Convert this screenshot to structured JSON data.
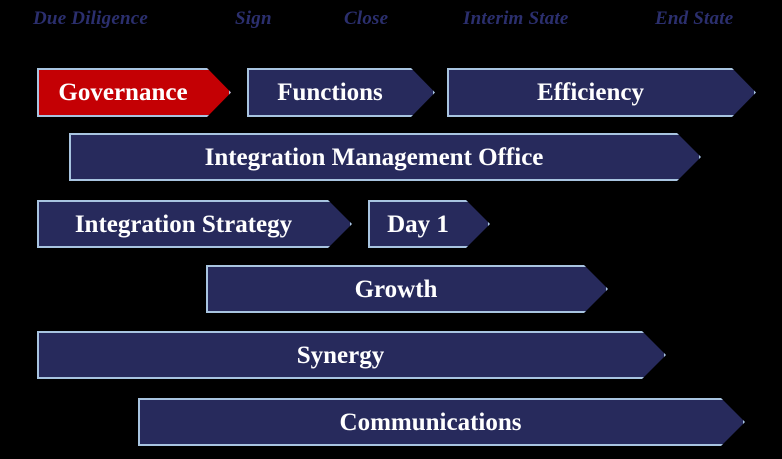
{
  "diagram": {
    "title": "Integration Timeline Chevron Diagram",
    "background_color": "#000000",
    "accent_color": "#c40004",
    "navy_color": "#272a5c",
    "border_color": "#a8c4e0",
    "label_color": "#2b2f6e",
    "text_color": "#ffffff"
  },
  "phases": [
    {
      "label": "Due Diligence"
    },
    {
      "label": "Sign"
    },
    {
      "label": "Close"
    },
    {
      "label": "Interim State"
    },
    {
      "label": "End State"
    }
  ],
  "workstreams": [
    {
      "label": "Governance",
      "color": "accent"
    },
    {
      "label": "Functions",
      "color": "navy"
    },
    {
      "label": "Efficiency",
      "color": "navy"
    },
    {
      "label": "Integration Management Office",
      "color": "navy"
    },
    {
      "label": "Integration Strategy",
      "color": "navy"
    },
    {
      "label": "Day 1",
      "color": "navy"
    },
    {
      "label": "Growth",
      "color": "navy"
    },
    {
      "label": "Synergy",
      "color": "navy"
    },
    {
      "label": "Communications",
      "color": "navy"
    }
  ]
}
